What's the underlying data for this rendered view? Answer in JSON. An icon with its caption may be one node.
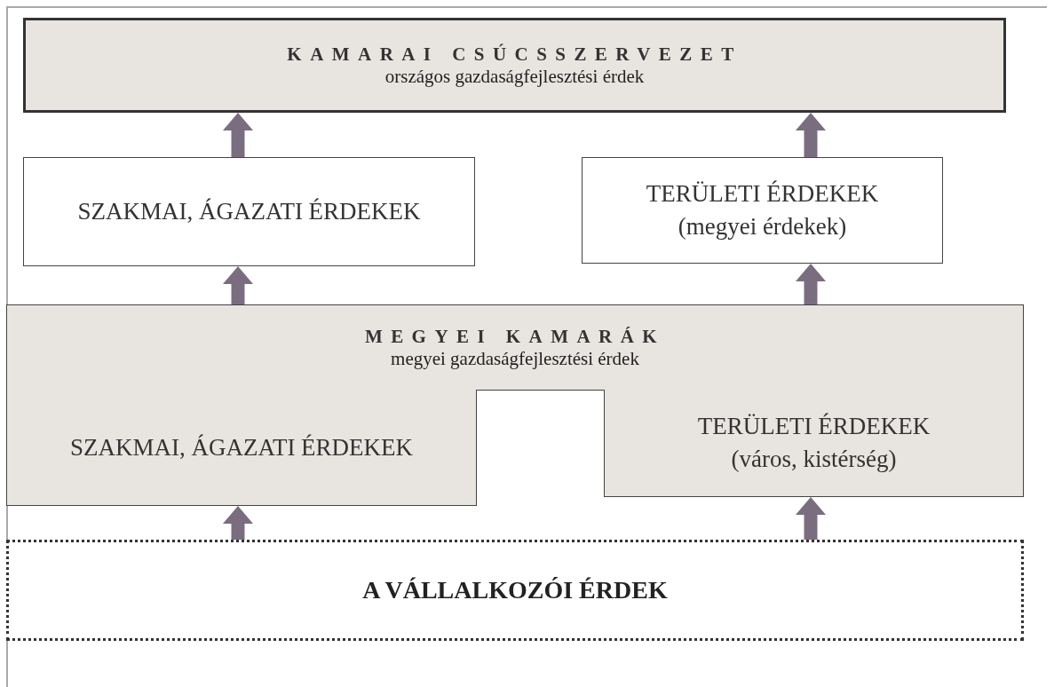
{
  "diagram": {
    "nodes": [
      {
        "text": [
          "KAMARAI CSÚCSSZERVEZET",
          "országos gazdaságfejlesztési érdek"
        ]
      },
      {
        "text": [
          "SZAKMAI, ÁGAZATI ÉRDEKEK"
        ]
      },
      {
        "text": [
          "TERÜLETI ÉRDEKEK",
          "(megyei érdekek)"
        ]
      },
      {
        "text": [
          "MEGYEI KAMARÁK",
          "megyei gazdaságfejlesztési érdek"
        ]
      },
      {
        "text": [
          "SZAKMAI, ÁGAZATI ÉRDEKEK"
        ]
      },
      {
        "text": [
          "TERÜLETI ÉRDEKEK",
          "(város, kistérség)"
        ]
      },
      {
        "text": [
          "A VÁLLALKOZÓI ÉRDEK"
        ]
      }
    ],
    "edges": [
      {
        "from": 1,
        "to": 0,
        "arrow": "to"
      },
      {
        "from": 2,
        "to": 0,
        "arrow": "to"
      },
      {
        "from": 3,
        "to": 1,
        "arrow": "to"
      },
      {
        "from": 3,
        "to": 2,
        "arrow": "to"
      },
      {
        "from": 6,
        "to": 4,
        "arrow": "to"
      },
      {
        "from": 6,
        "to": 5,
        "arrow": "to"
      }
    ]
  }
}
